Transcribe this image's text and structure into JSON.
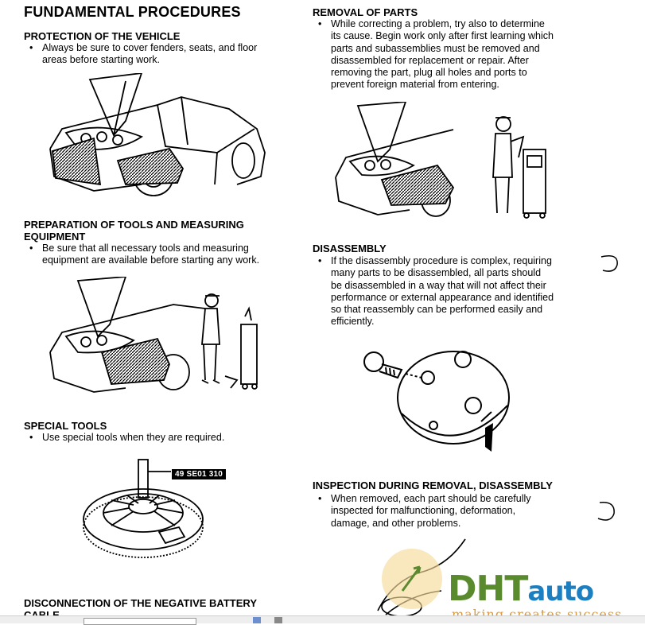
{
  "page": {
    "title": "FUNDAMENTAL PROCEDURES"
  },
  "sections": {
    "protection": {
      "heading": "PROTECTION OF THE VEHICLE",
      "bullet": "•",
      "lines": [
        "Always be sure to cover fenders, seats, and floor",
        "areas before starting work."
      ]
    },
    "preparation": {
      "heading_line1": "PREPARATION OF TOOLS AND MEASURING",
      "heading_line2": "EQUIPMENT",
      "bullet": "•",
      "lines": [
        "Be sure that all necessary tools and measuring",
        "equipment are available before starting any work."
      ]
    },
    "special_tools": {
      "heading": "SPECIAL TOOLS",
      "bullet": "•",
      "lines": [
        "Use special tools when they are required."
      ],
      "part_number": "49 SE01 310"
    },
    "battery": {
      "heading": "DISCONNECTION OF THE NEGATIVE BATTERY",
      "heading_cut": "CABLE"
    },
    "removal": {
      "heading": "REMOVAL OF PARTS",
      "bullet": "•",
      "lines": [
        "While correcting a problem, try also to determine",
        "its cause. Begin work only after first learning which",
        "parts and subassemblies must be removed and",
        "disassembled for replacement or repair. After",
        "removing the part, plug all holes and ports to",
        "prevent foreign material from entering."
      ]
    },
    "disassembly": {
      "heading": "DISASSEMBLY",
      "bullet": "•",
      "lines": [
        "If the disassembly procedure is complex, requiring",
        "many parts to be disassembled, all parts should",
        "be disassembled in a way that will not affect their",
        "performance or external appearance and identified",
        "so that reassembly can be performed easily and",
        "efficiently."
      ]
    },
    "inspection": {
      "heading": "INSPECTION DURING REMOVAL, DISASSEMBLY",
      "bullet": "•",
      "lines": [
        "When removed, each part should be carefully",
        "inspected for malfunctioning, deformation,",
        "damage, and other problems."
      ]
    }
  },
  "watermark": {
    "brand_main": "DHT",
    "brand_suffix": "auto",
    "tagline": "making creates success",
    "colors": {
      "green": "#5a8a2e",
      "blue": "#1c7fc2",
      "orange": "#d59a46"
    }
  }
}
